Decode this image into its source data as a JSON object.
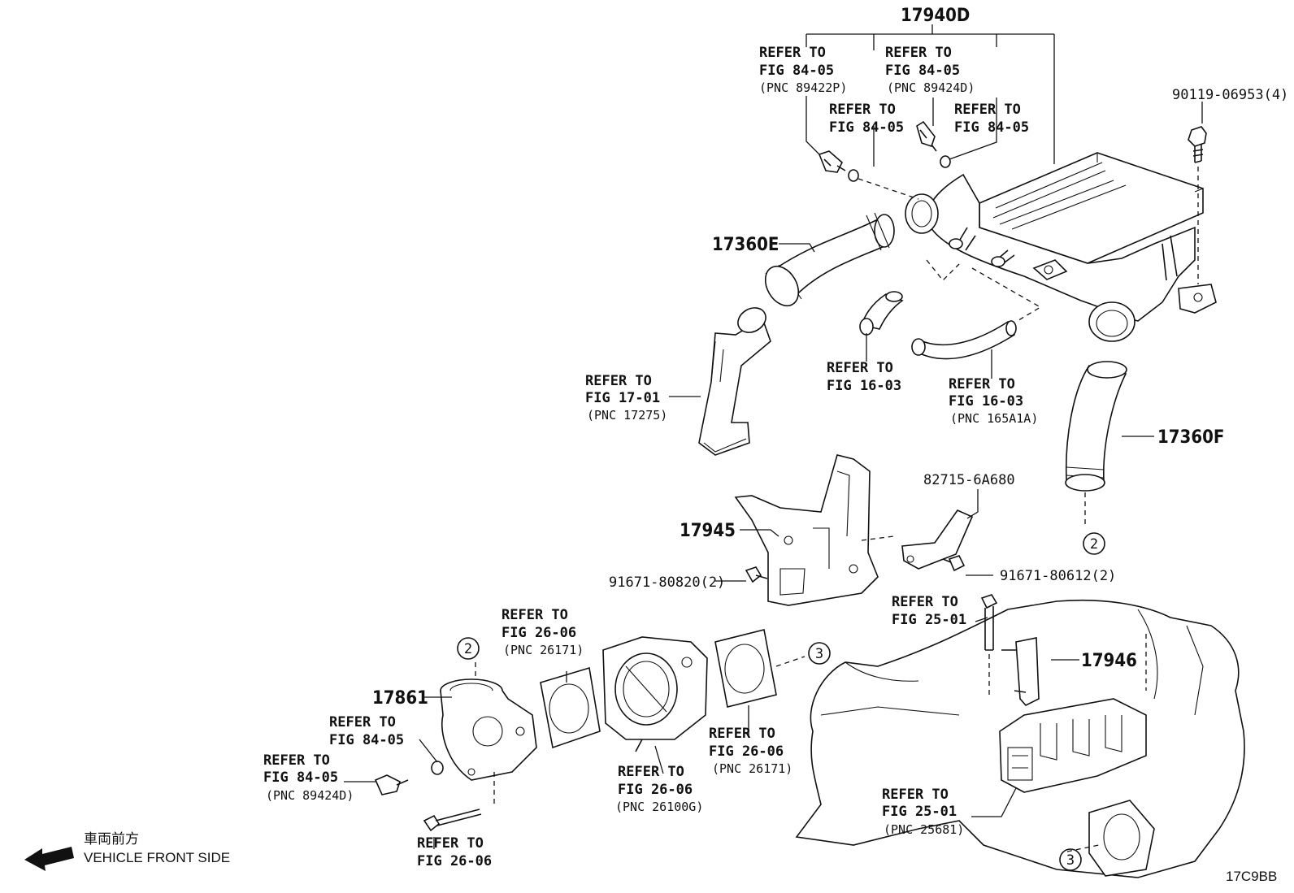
{
  "parts": {
    "p17940D": "17940D",
    "p17360E": "17360E",
    "p17360F": "17360F",
    "p17945": "17945",
    "p17861": "17861",
    "p17946": "17946",
    "p90119": "90119-06953(4)",
    "p82715": "82715-6A680",
    "p91671a": "91671-80820(2)",
    "p91671b": "91671-80612(2)"
  },
  "refs": {
    "r1": [
      "REFER TO",
      "FIG 84-05",
      "(PNC 89422P)"
    ],
    "r2": [
      "REFER TO",
      "FIG 84-05",
      "(PNC 89424D)"
    ],
    "r3": [
      "REFER TO",
      "FIG 84-05"
    ],
    "r4": [
      "REFER TO",
      "FIG 84-05"
    ],
    "r5": [
      "REFER TO",
      "FIG 17-01",
      "(PNC 17275)"
    ],
    "r6": [
      "REFER TO",
      "FIG 16-03"
    ],
    "r7": [
      "REFER TO",
      "FIG 16-03",
      "(PNC 165A1A)"
    ],
    "r8": [
      "REFER TO",
      "FIG 25-01"
    ],
    "r9": [
      "REFER TO",
      "FIG 26-06",
      "(PNC 26171)"
    ],
    "r10": [
      "REFER TO",
      "FIG 84-05"
    ],
    "r11": [
      "REFER TO",
      "FIG 84-05",
      "(PNC 89424D)"
    ],
    "r12": [
      "REFER TO",
      "FIG 26-06",
      "(PNC 26100G)"
    ],
    "r13": [
      "REFER TO",
      "FIG 26-06",
      "(PNC 26171)"
    ],
    "r14": [
      "REFER TO",
      "FIG 25-01",
      "(PNC 25681)"
    ],
    "r15": [
      "REFER TO",
      "FIG 26-06"
    ]
  },
  "callouts": {
    "c2a": "2",
    "c2b": "2",
    "c3a": "3",
    "c3b": "3"
  },
  "legend": {
    "jp": "車両前方",
    "en": "VEHICLE FRONT SIDE"
  },
  "code": "17C9BB"
}
